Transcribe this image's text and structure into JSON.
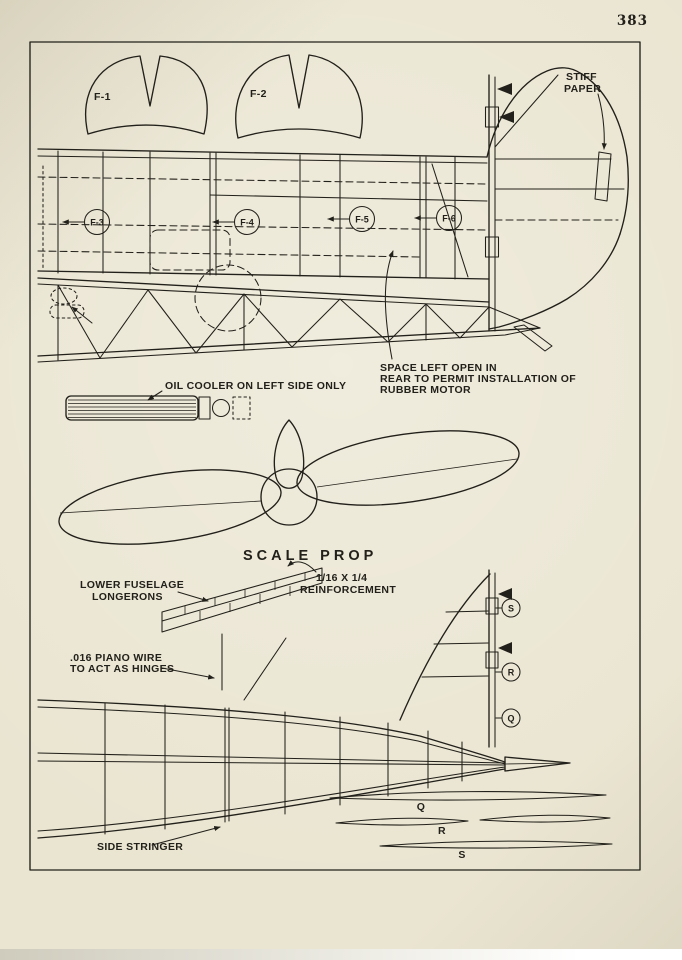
{
  "page": {
    "number": "383"
  },
  "colors": {
    "paper": "#eae5d1",
    "ink": "#22201a"
  },
  "formers": {
    "f1": "F-1",
    "f2": "F-2"
  },
  "stations": {
    "f3": "F-3",
    "f4": "F-4",
    "f5": "F-5",
    "f6": "F-6"
  },
  "notes": {
    "stiff_paper_1": "STIFF",
    "stiff_paper_2": "PAPER",
    "space_1": "SPACE LEFT OPEN IN",
    "space_2": "REAR TO PERMIT INSTALLATION OF",
    "space_3": "RUBBER MOTOR",
    "oil_cooler": "OIL COOLER ON LEFT SIDE ONLY",
    "scale_prop": "SCALE PROP",
    "longerons_1": "LOWER FUSELAGE",
    "longerons_2": "LONGERONS",
    "reinforcement_1": "1/16 X 1/4",
    "reinforcement_2": "REINFORCEMENT",
    "wire_1": ".016 PIANO WIRE",
    "wire_2": "TO ACT AS HINGES",
    "side_stringer": "SIDE STRINGER"
  },
  "stringers": {
    "circle_s": "S",
    "circle_r": "R",
    "circle_q": "Q",
    "strip_q": "Q",
    "strip_r": "R",
    "strip_s": "S"
  }
}
